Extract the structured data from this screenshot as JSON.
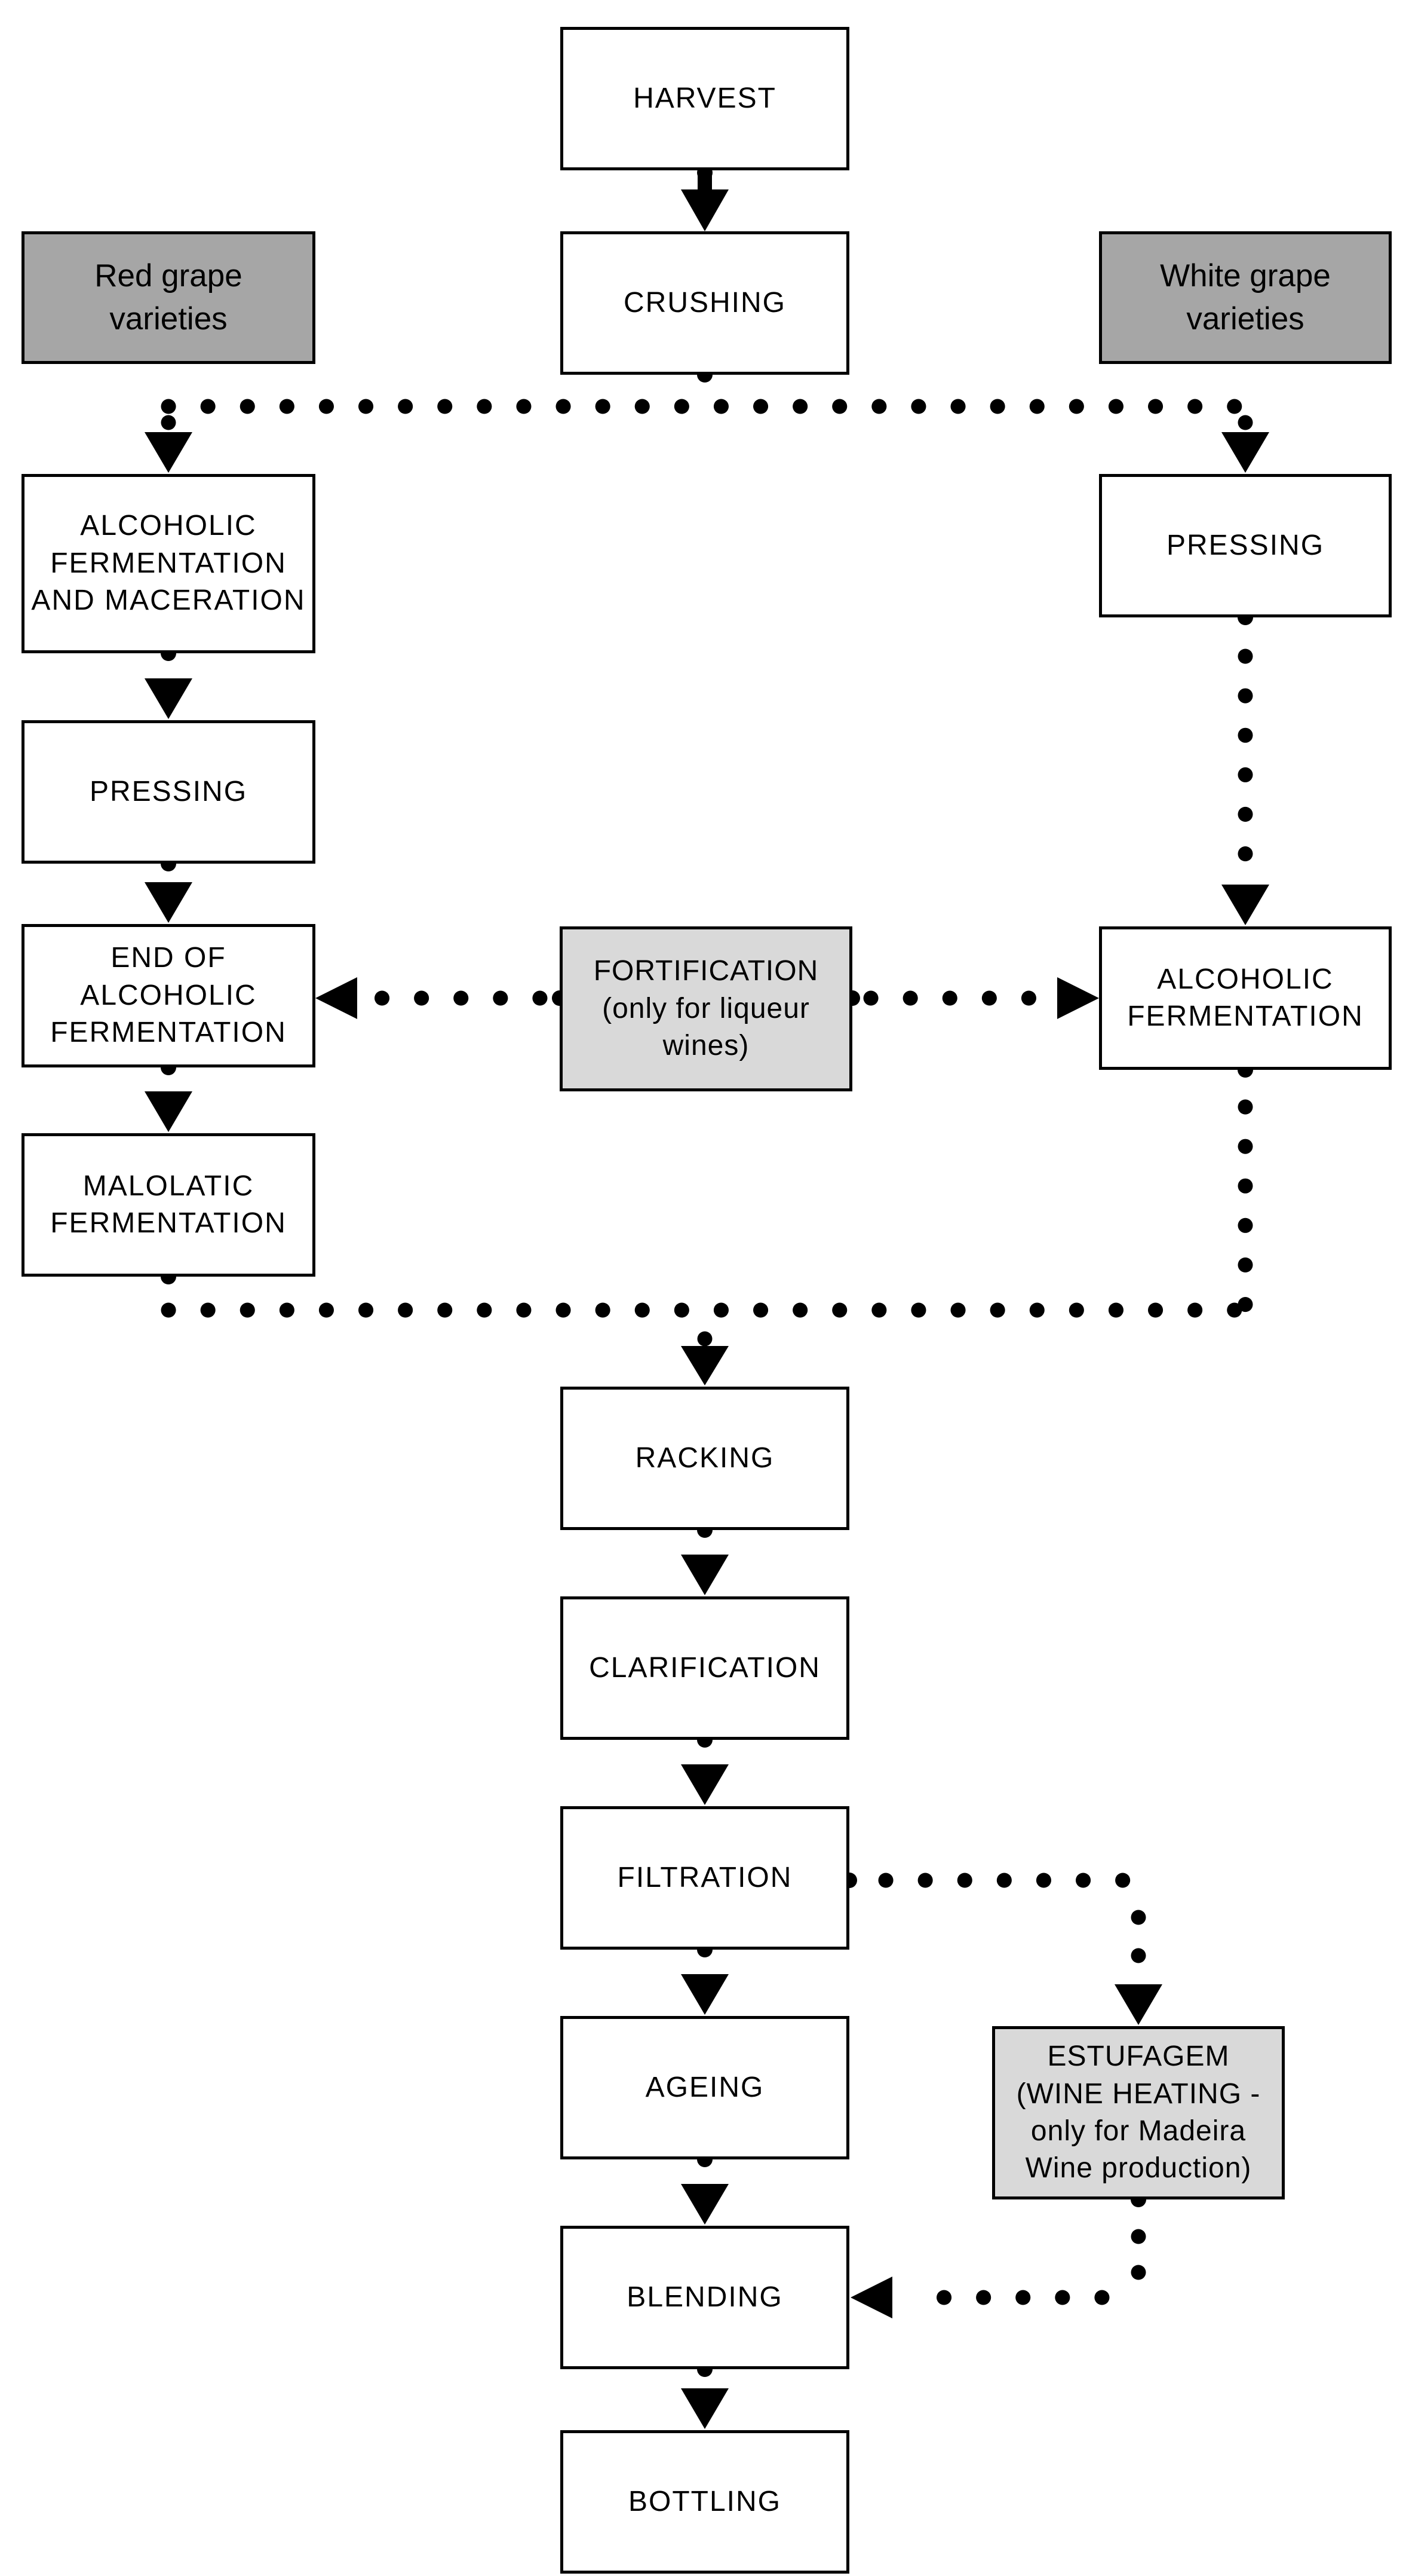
{
  "diagram": {
    "type": "flowchart",
    "colors": {
      "background": "#ffffff",
      "box_border": "#000000",
      "process_fill": "#ffffff",
      "variety_fill": "#a6a6a6",
      "conditional_fill": "#d9d9d9",
      "connector": "#000000",
      "text": "#000000"
    },
    "nodes": {
      "harvest": {
        "label": "HARVEST",
        "type": "process"
      },
      "crushing": {
        "label": "CRUSHING",
        "type": "process"
      },
      "red_grape": {
        "label": "Red grape\nvarieties",
        "type": "variety"
      },
      "white_grape": {
        "label": "White grape\nvarieties",
        "type": "variety"
      },
      "alc_ferm_maceration": {
        "label": "ALCOHOLIC\nFERMENTATION\nAND MACERATION",
        "type": "process"
      },
      "pressing_white": {
        "label": "PRESSING",
        "type": "process"
      },
      "pressing_red": {
        "label": "PRESSING",
        "type": "process"
      },
      "end_alc_ferm": {
        "label": "END OF ALCOHOLIC\nFERMENTATION",
        "type": "process"
      },
      "fortification": {
        "label": "FORTIFICATION\n(only for liqueur\nwines)",
        "type": "conditional"
      },
      "alc_ferm_white": {
        "label": "ALCOHOLIC\nFERMENTATION",
        "type": "process"
      },
      "malolatic": {
        "label": "MALOLATIC\nFERMENTATION",
        "type": "process"
      },
      "racking": {
        "label": "RACKING",
        "type": "process"
      },
      "clarification": {
        "label": "CLARIFICATION",
        "type": "process"
      },
      "filtration": {
        "label": "FILTRATION",
        "type": "process"
      },
      "estufagem": {
        "label": "ESTUFAGEM\n(WINE HEATING -\nonly for Madeira\nWine production)",
        "type": "conditional"
      },
      "ageing": {
        "label": "AGEING",
        "type": "process"
      },
      "blending": {
        "label": "BLENDING",
        "type": "process"
      },
      "bottling": {
        "label": "BOTTLING",
        "type": "process"
      }
    },
    "edges": [
      {
        "from": "harvest",
        "to": "crushing",
        "style": "solid-arrow"
      },
      {
        "from": "crushing",
        "to": "alc_ferm_maceration",
        "style": "dotted-arrow"
      },
      {
        "from": "crushing",
        "to": "pressing_white",
        "style": "dotted-arrow"
      },
      {
        "from": "alc_ferm_maceration",
        "to": "pressing_red",
        "style": "dotted-arrow"
      },
      {
        "from": "pressing_red",
        "to": "end_alc_ferm",
        "style": "dotted-arrow"
      },
      {
        "from": "end_alc_ferm",
        "to": "malolatic",
        "style": "dotted-arrow"
      },
      {
        "from": "fortification",
        "to": "end_alc_ferm",
        "style": "dotted-arrow"
      },
      {
        "from": "fortification",
        "to": "alc_ferm_white",
        "style": "dotted-arrow"
      },
      {
        "from": "pressing_white",
        "to": "alc_ferm_white",
        "style": "dotted-arrow"
      },
      {
        "from": "malolatic",
        "to": "racking",
        "style": "dotted-arrow"
      },
      {
        "from": "alc_ferm_white",
        "to": "racking",
        "style": "dotted-arrow"
      },
      {
        "from": "racking",
        "to": "clarification",
        "style": "dotted-arrow"
      },
      {
        "from": "clarification",
        "to": "filtration",
        "style": "dotted-arrow"
      },
      {
        "from": "filtration",
        "to": "ageing",
        "style": "dotted-arrow"
      },
      {
        "from": "filtration",
        "to": "estufagem",
        "style": "dotted-arrow"
      },
      {
        "from": "estufagem",
        "to": "blending",
        "style": "dotted-arrow"
      },
      {
        "from": "ageing",
        "to": "blending",
        "style": "dotted-arrow"
      },
      {
        "from": "blending",
        "to": "bottling",
        "style": "dotted-arrow"
      }
    ]
  }
}
